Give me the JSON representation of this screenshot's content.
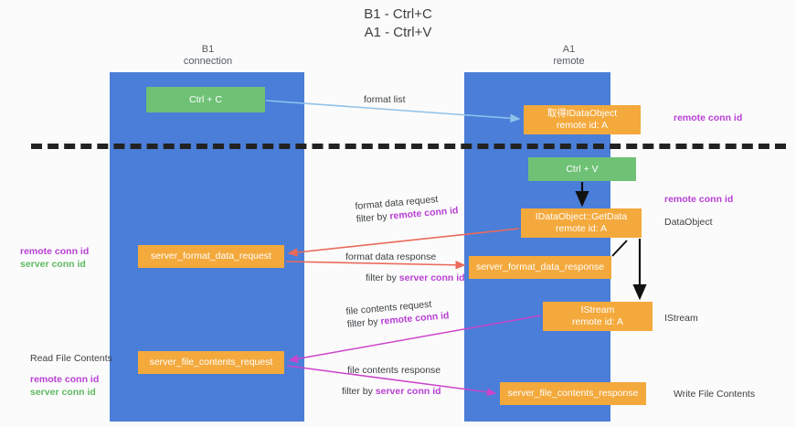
{
  "title": {
    "line1": "B1 - Ctrl+C",
    "line2": "A1 - Ctrl+V"
  },
  "lanes": [
    {
      "id": "b1",
      "name": "B1",
      "role": "connection"
    },
    {
      "id": "a1",
      "name": "A1",
      "role": "remote"
    }
  ],
  "colors": {
    "lane": "#4a7ed8",
    "green_node": "#6fc176",
    "orange_node": "#f4a93c",
    "remote_conn_id": "#b83fd4",
    "server_conn_id": "#5fb963",
    "arrow_blue": "#8ec2ea",
    "arrow_red": "#ea6a5a",
    "arrow_magenta": "#cc44cc",
    "arrow_black": "#111111",
    "separator": "#222222"
  },
  "nodes": {
    "ctrl_c": {
      "line1": "Ctrl + C",
      "line2": ""
    },
    "idataobject_get": {
      "line1": "取得IDataObject",
      "line2": "remote id: A"
    },
    "ctrl_v": {
      "line1": "Ctrl + V",
      "line2": ""
    },
    "getdata": {
      "line1": "IDataObject::GetData",
      "line2": "remote id: A"
    },
    "server_format_data_request": {
      "line1": "server_format_data_request",
      "line2": ""
    },
    "server_format_data_response": {
      "line1": "server_format_data_response",
      "line2": ""
    },
    "istream": {
      "line1": "IStream",
      "line2": "remote id: A"
    },
    "server_file_contents_request": {
      "line1": "server_file_contents_request",
      "line2": ""
    },
    "server_file_contents_response": {
      "line1": "server_file_contents_response",
      "line2": ""
    }
  },
  "edge_labels": {
    "format_list": {
      "line1": "format list",
      "filter_prefix": "",
      "filter_key": ""
    },
    "format_data_req": {
      "line1": "format data request",
      "filter_prefix": "filter by ",
      "filter_key": "remote conn id"
    },
    "format_data_resp": {
      "line1": "format data response",
      "filter_prefix": "filter by ",
      "filter_key": "server conn id"
    },
    "file_contents_req": {
      "line1": "file contents request",
      "filter_prefix": "filter by ",
      "filter_key": "remote conn id"
    },
    "file_contents_resp": {
      "line1": "file contents response",
      "filter_prefix": "filter by ",
      "filter_key": "server conn id"
    }
  },
  "side_labels": {
    "right_remote_conn_1": "remote conn id",
    "right_remote_conn_2": "remote conn id",
    "dataobject": "DataObject",
    "istream": "IStream",
    "write_file_contents": "Write File Contents",
    "left_mid_remote": "remote conn id",
    "left_mid_server": "server conn id",
    "read_file_contents": "Read File Contents",
    "left_bot_remote": "remote conn id",
    "left_bot_server": "server conn id"
  }
}
